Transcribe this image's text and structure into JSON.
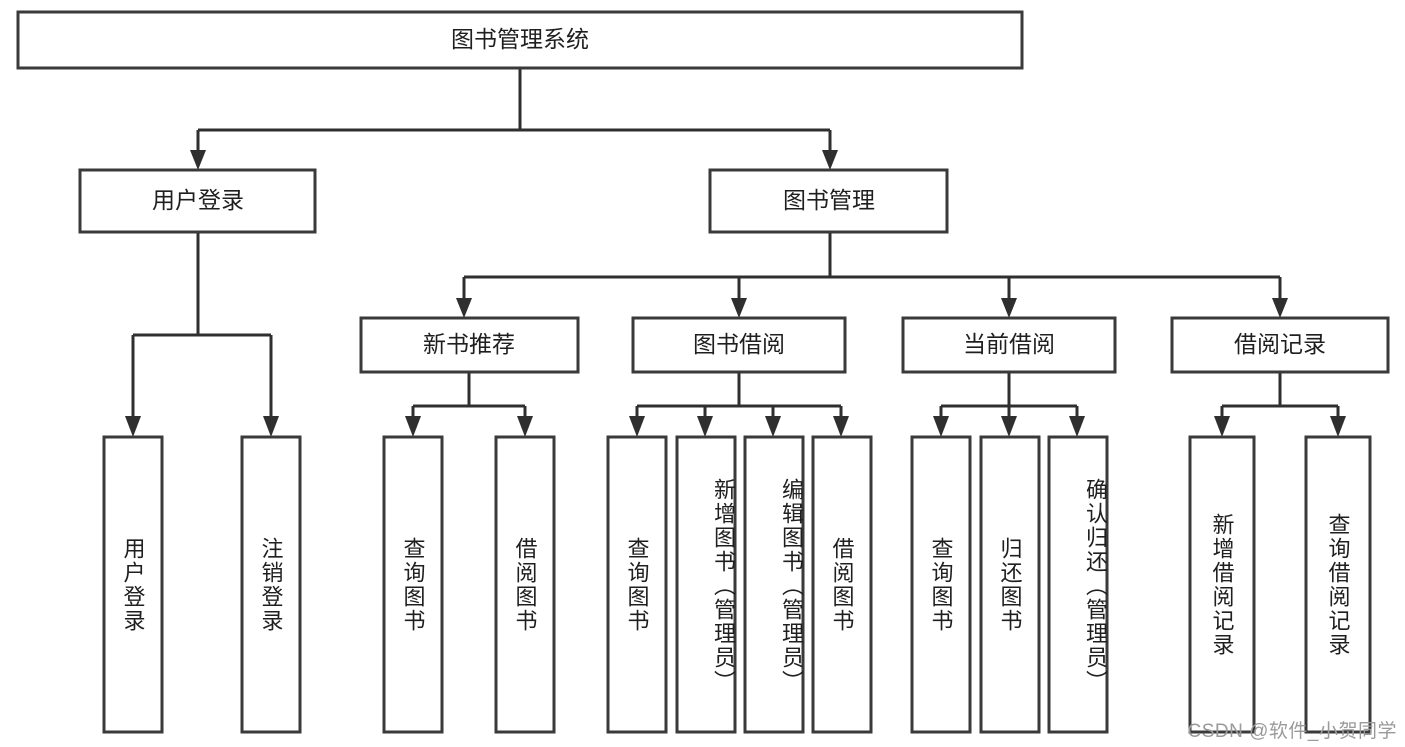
{
  "diagram": {
    "title": "图书管理系统",
    "type": "tree",
    "watermark": "CSDN @软件_小贺同学",
    "colors": {
      "box_stroke": "#3a3a3a",
      "connector": "#2f2f2f",
      "text": "#1f1f1f",
      "background": "#ffffff",
      "watermark": "#9a9a9a"
    },
    "levels": {
      "root": {
        "label": "图书管理系统"
      },
      "level2": [
        {
          "label": "用户登录"
        },
        {
          "label": "图书管理"
        }
      ],
      "level3": [
        {
          "label": "新书推荐"
        },
        {
          "label": "图书借阅"
        },
        {
          "label": "当前借阅"
        },
        {
          "label": "借阅记录"
        }
      ],
      "leaves": {
        "user_login": [
          {
            "label": "用户登录"
          },
          {
            "label": "注销登录"
          }
        ],
        "new_book_recommend": [
          {
            "label": "查询图书"
          },
          {
            "label": "借阅图书"
          }
        ],
        "book_borrow": [
          {
            "label": "查询图书"
          },
          {
            "label": "新增图书（管理员）"
          },
          {
            "label": "编辑图书（管理员）"
          },
          {
            "label": "借阅图书"
          }
        ],
        "current_borrow": [
          {
            "label": "查询图书"
          },
          {
            "label": "归还图书"
          },
          {
            "label": "确认归还（管理员）"
          }
        ],
        "borrow_record": [
          {
            "label": "新增借阅记录"
          },
          {
            "label": "查询借阅记录"
          }
        ]
      }
    }
  }
}
